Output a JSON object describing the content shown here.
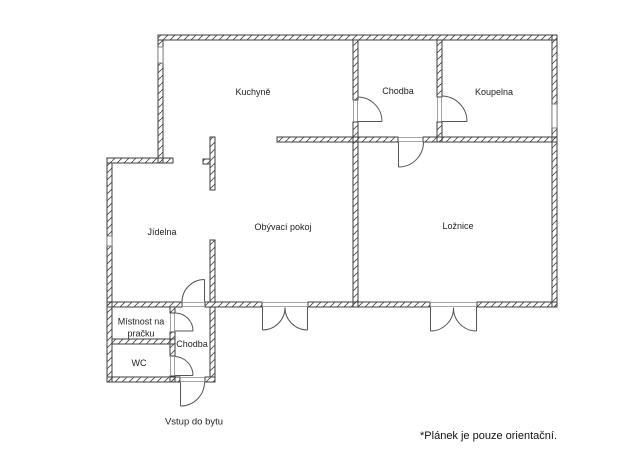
{
  "plan": {
    "rooms": [
      {
        "id": "kuchyne",
        "label": "Kuchyně"
      },
      {
        "id": "chodba-top",
        "label": "Chodba"
      },
      {
        "id": "koupelna",
        "label": "Koupelna"
      },
      {
        "id": "jidelna",
        "label": "Jídelna"
      },
      {
        "id": "obyvaci-pokoj",
        "label": "Obývací pokoj"
      },
      {
        "id": "loznice",
        "label": "Ložnice"
      },
      {
        "id": "mistnost-na-pracku",
        "label": "Místnost na pračku"
      },
      {
        "id": "wc",
        "label": "WC"
      },
      {
        "id": "chodba-bottom",
        "label": "Chodba"
      }
    ],
    "entrance_label": "Vstup do bytu",
    "footnote": "*Plánek je pouze orientační.",
    "colors": {
      "wall_outline": "#3d3d3d",
      "hatch": "#4d4d4d",
      "door": "#555555",
      "text": "#222222",
      "background": "#ffffff"
    }
  }
}
